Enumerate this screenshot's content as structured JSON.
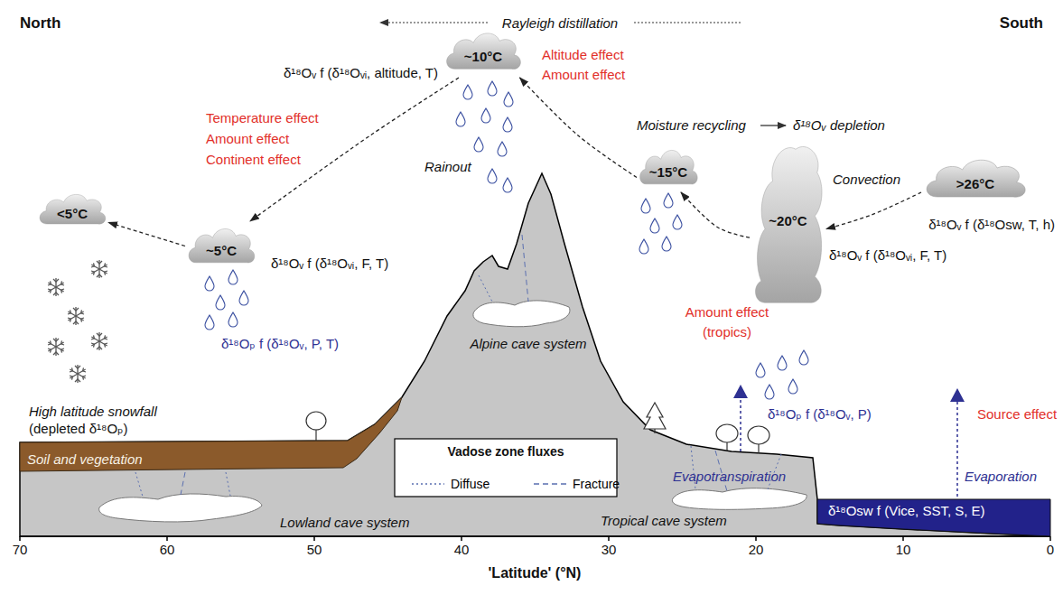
{
  "diagram": {
    "nodes": [
      {
        "text": [
          "~10°C"
        ]
      },
      {
        "text": [
          "<5°C"
        ]
      },
      {
        "text": [
          "~5°C"
        ]
      },
      {
        "text": [
          "~15°C"
        ]
      },
      {
        "text": [
          "~20°C"
        ]
      },
      {
        "text": [
          ">26°C"
        ]
      },
      {
        "text": [
          "Soil and vegetation"
        ]
      },
      {
        "text": [
          "δ¹⁸Osw f (Vice, SST, S, E)"
        ]
      }
    ],
    "edges": [
      {
        "from": 5,
        "to": 4,
        "arrow": "to"
      },
      {
        "from": 4,
        "to": 3,
        "arrow": "to"
      },
      {
        "from": 3,
        "to": 0,
        "arrow": "to"
      },
      {
        "from": 0,
        "to": 2,
        "arrow": "to"
      },
      {
        "from": 2,
        "to": 1,
        "arrow": "to"
      }
    ],
    "labels": [
      "North",
      "South",
      "Rayleigh distillation",
      "δ¹⁸Oᵥ f (δ¹⁸Oᵥᵢ, altitude, T)",
      "Altitude effect",
      "Amount effect",
      "Temperature effect",
      "Amount effect",
      "Continent effect",
      "Rainout",
      "Moisture recycling",
      "δ¹⁸Oᵥ depletion",
      "Convection",
      "δ¹⁸Oᵥ f (δ¹⁸Oᵥᵢ, F, T)",
      "δ¹⁸Oᵥ f (δ¹⁸Oᵥᵢ, F, T)",
      "High latitude snowfall",
      "(depleted δ¹⁸Oₚ)",
      "δ¹⁸Oₚ f (δ¹⁸Oᵥ, P, T)",
      "Amount effect",
      "(tropics)",
      "δ¹⁸Oᵥ f (δ¹⁸Osw, T, h)",
      "δ¹⁸Oₚ f (δ¹⁸Oᵥ, P)",
      "Source effect",
      "Alpine cave system",
      "Evapotranspiration",
      "Evaporation",
      "Vadose zone fluxes",
      "Lowland cave system",
      "Tropical cave system",
      "70",
      "60",
      "50",
      "40",
      "30",
      "20",
      "10",
      "0",
      "'Latitude' (°N)"
    ],
    "legend": [
      {
        "text": "Diffuse"
      },
      {
        "text": "Fracture"
      }
    ]
  }
}
